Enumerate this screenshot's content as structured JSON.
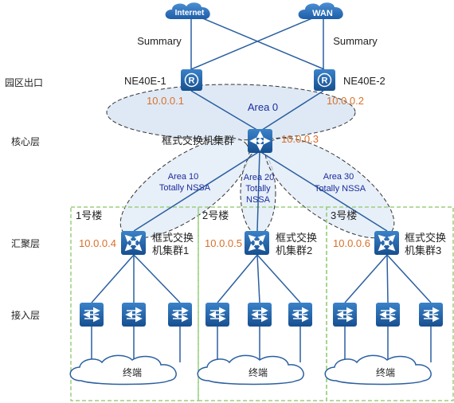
{
  "clouds": {
    "internet": "Internet",
    "wan": "WAN"
  },
  "summary_left": "Summary",
  "summary_right": "Summary",
  "layers": {
    "egress": "园区出口",
    "core": "核心层",
    "aggregation": "汇聚层",
    "access": "接入层"
  },
  "routers": {
    "r1_name": "NE40E-1",
    "r2_name": "NE40E-2",
    "r1_ip": "10.0.0.1",
    "r2_ip": "10.0.0.2"
  },
  "core": {
    "area": "Area 0",
    "name": "框式交换机集群",
    "ip": "10.0.0.3"
  },
  "nssa_areas": [
    {
      "line1": "Area 10",
      "line2": "Totally NSSA"
    },
    {
      "line1": "Area 20",
      "line2": "Totally",
      "line3": "NSSA"
    },
    {
      "line1": "Area 30",
      "line2": "Totally NSSA"
    }
  ],
  "buildings": [
    {
      "label": "1号楼",
      "ip": "10.0.0.4",
      "name_line1": "框式交换",
      "name_line2": "机集群1",
      "terminal": "终端"
    },
    {
      "label": "2号楼",
      "ip": "10.0.0.5",
      "name_line1": "框式交换",
      "name_line2": "机集群2",
      "terminal": "终端"
    },
    {
      "label": "3号楼",
      "ip": "10.0.0.6",
      "name_line1": "框式交换",
      "name_line2": "机集群3",
      "terminal": "终端"
    }
  ],
  "colors": {
    "device_blue": "#1f5fa6",
    "ip_orange": "#d9702a",
    "area_blue": "#1b2c9c",
    "building_green": "#9ccf7f",
    "area_fill": "#dfe9f5"
  }
}
